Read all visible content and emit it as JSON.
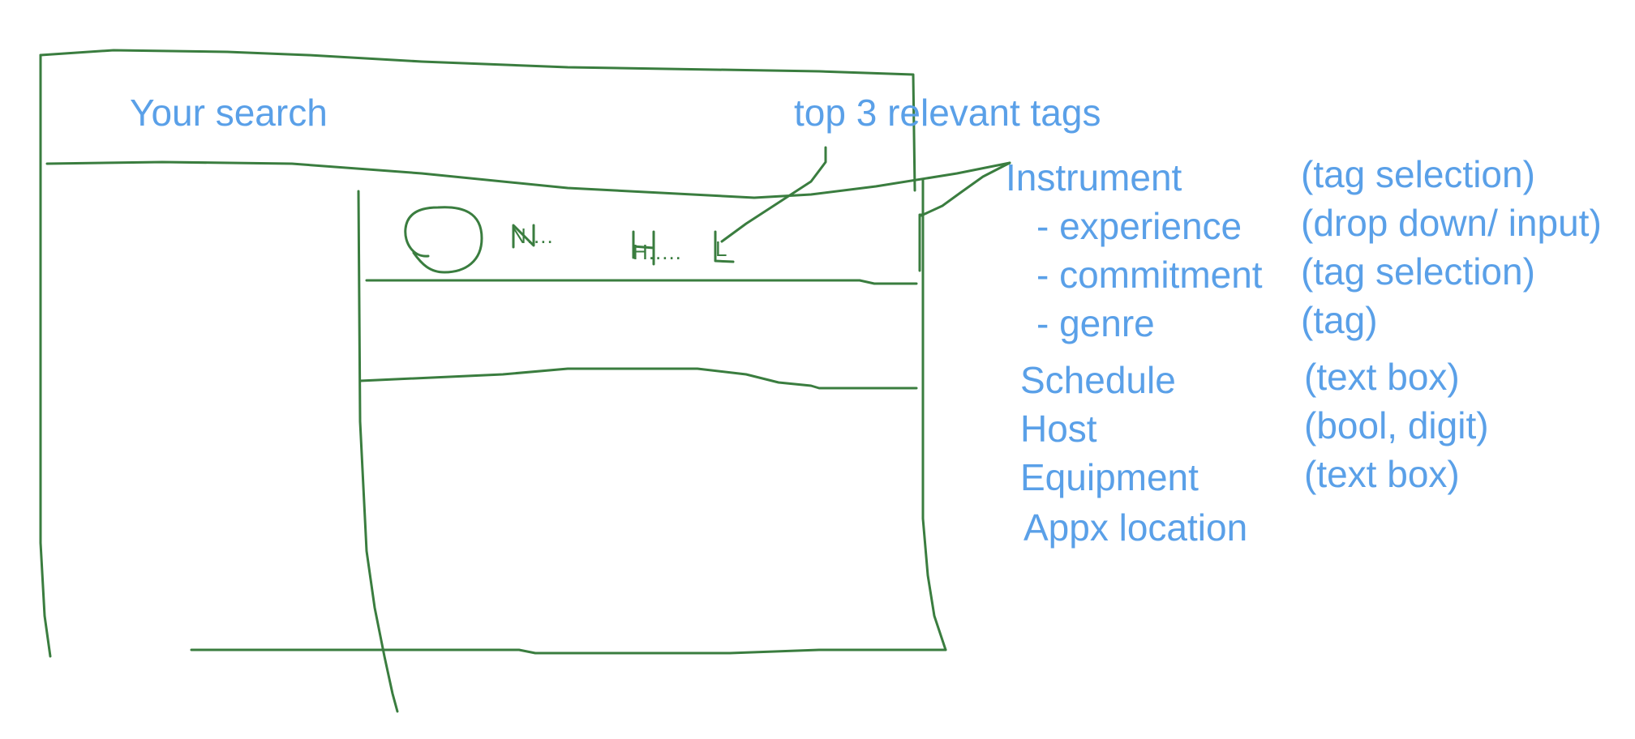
{
  "colors": {
    "ink": "#3a7d3f",
    "text": "#5aa0e8",
    "background": "#ffffff"
  },
  "labels": {
    "search": "Your search",
    "tags_callout": "top 3 relevant tags"
  },
  "thumbnail": {
    "name_placeholder": "N....",
    "host_placeholder": "H.....",
    "location_placeholder": "L"
  },
  "fields": [
    {
      "label": "Instrument",
      "type": "(tag selection)"
    },
    {
      "label": "- experience",
      "type": "(drop down/ input)"
    },
    {
      "label": "- commitment",
      "type": "(tag selection)"
    },
    {
      "label": "- genre",
      "type": "(tag)"
    },
    {
      "label": "Schedule",
      "type": "(text box)"
    },
    {
      "label": "Host",
      "type": "(bool, digit)"
    },
    {
      "label": "Equipment",
      "type": "(text box)"
    },
    {
      "label": "Appx location",
      "type": ""
    }
  ]
}
